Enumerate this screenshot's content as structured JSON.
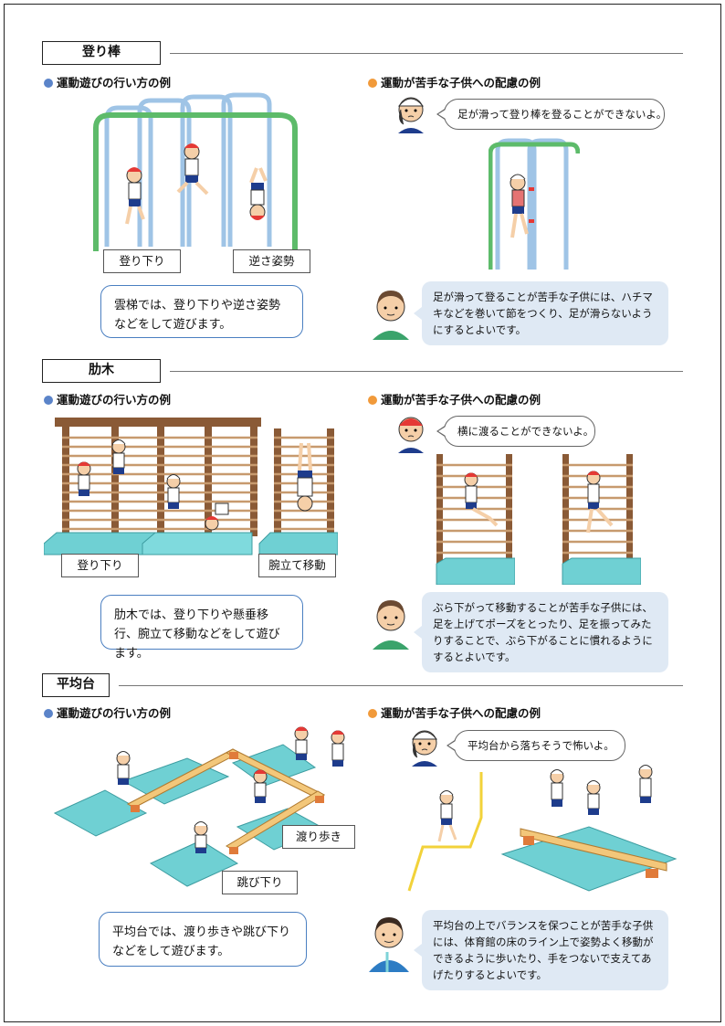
{
  "sections": [
    {
      "title": "登り棒",
      "left_heading": "運動遊びの行い方の例",
      "right_heading": "運動が苦手な子供への配慮の例",
      "labels": [
        "登り下り",
        "逆さ姿勢"
      ],
      "summary": "雲梯では、登り下りや逆さ姿勢などをして遊びます。",
      "speech": "足が滑って登り棒を登ることができないよ。",
      "advice": "足が滑って登ることが苦手な子供には、ハチマキなどを巻いて節をつくり、足が滑らないようにするとよいです。"
    },
    {
      "title": "肋木",
      "left_heading": "運動遊びの行い方の例",
      "right_heading": "運動が苦手な子供への配慮の例",
      "labels": [
        "登り下り",
        "腕立て移動"
      ],
      "summary": "肋木では、登り下りや懸垂移行、腕立て移動などをして遊びます。",
      "speech": "横に渡ることができないよ。",
      "advice": "ぶら下がって移動することが苦手な子供には、足を上げてポーズをとったり、足を振ってみたりすることで、ぶら下がることに慣れるようにするとよいです。"
    },
    {
      "title": "平均台",
      "left_heading": "運動遊びの行い方の例",
      "right_heading": "運動が苦手な子供への配慮の例",
      "labels": [
        "渡り歩き",
        "跳び下り"
      ],
      "summary": "平均台では、渡り歩きや跳び下りなどをして遊びます。",
      "speech": "平均台から落ちそうで怖いよ。",
      "advice": "平均台の上でバランスを保つことが苦手な子供には、体育館の床のライン上で姿勢よく移動ができるように歩いたり、手をつないで支えてあげたりするとよいです。"
    }
  ],
  "colors": {
    "accent_blue": "#5b84c9",
    "accent_orange": "#f19a3a",
    "mat": "#6fd0d3",
    "bar_green": "#5dbb6a",
    "bar_blue": "#9fc4e6",
    "wood": "#8a5a36",
    "advice_bg": "#dfe9f4"
  }
}
